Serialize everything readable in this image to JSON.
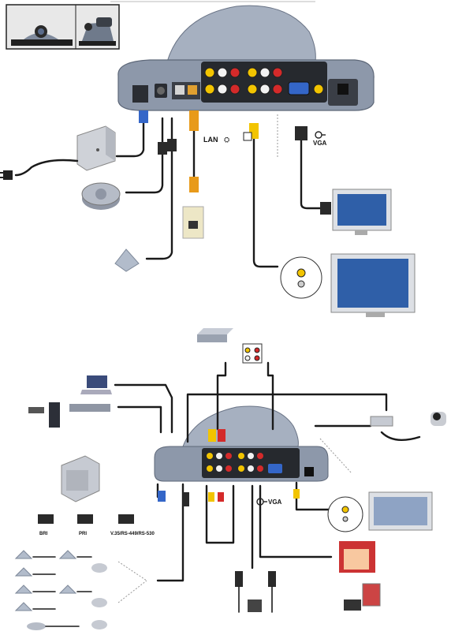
{
  "labels": {
    "lan": "LAN",
    "vga_top": "VGA",
    "vga_bottom": "VGA",
    "bri": "BRI",
    "pri": "PRI",
    "serial": "V.35/RS-449/RS-530"
  },
  "colors": {
    "unit_body": "#8d98aa",
    "unit_dark": "#5d6778",
    "panel": "#26292e",
    "yellow": "#f2c400",
    "red": "#d42a2a",
    "white": "#f2f2f2",
    "blue_port": "#3466c8",
    "orange_cable": "#e89a1a",
    "screen_blue": "#2f5fa8"
  },
  "icons": [
    "videoconference-camera-icon",
    "power-adapter-icon",
    "conference-microphone-icon",
    "ethernet-wall-jack-icon",
    "lcd-monitor-icon",
    "vcr-icon",
    "laptop-icon",
    "network-hub-icon",
    "ptz-camera-icon",
    "isdn-network-module-icon",
    "projector-icon",
    "speaker-icon"
  ]
}
